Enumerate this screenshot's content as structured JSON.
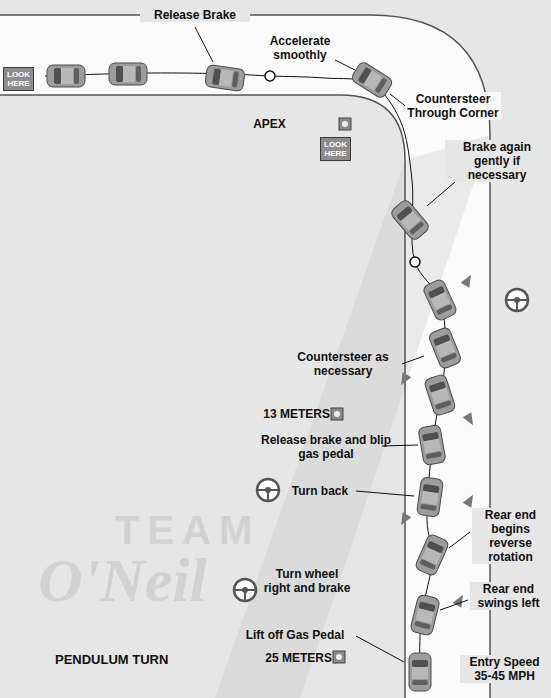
{
  "diagram": {
    "title": "PENDULUM TURN",
    "nodes": [
      {
        "text": [
          "LOOK HERE"
        ]
      },
      {
        "text": [
          "LOOK HERE"
        ]
      }
    ],
    "labels": [
      "Release Brake",
      "Accelerate smoothly",
      "Countersteer Through Corner",
      "Brake again gently if necessary",
      "APEX",
      "Countersteer as necessary",
      "13 METERS",
      "Release brake and blip gas pedal",
      "Turn back",
      "Rear end begins reverse rotation",
      "Turn wheel right and brake",
      "Rear end swings left",
      "Lift off Gas Pedal",
      "25 METERS",
      "Entry Speed 35-45 MPH",
      "TEAM",
      "O'Neil"
    ]
  }
}
